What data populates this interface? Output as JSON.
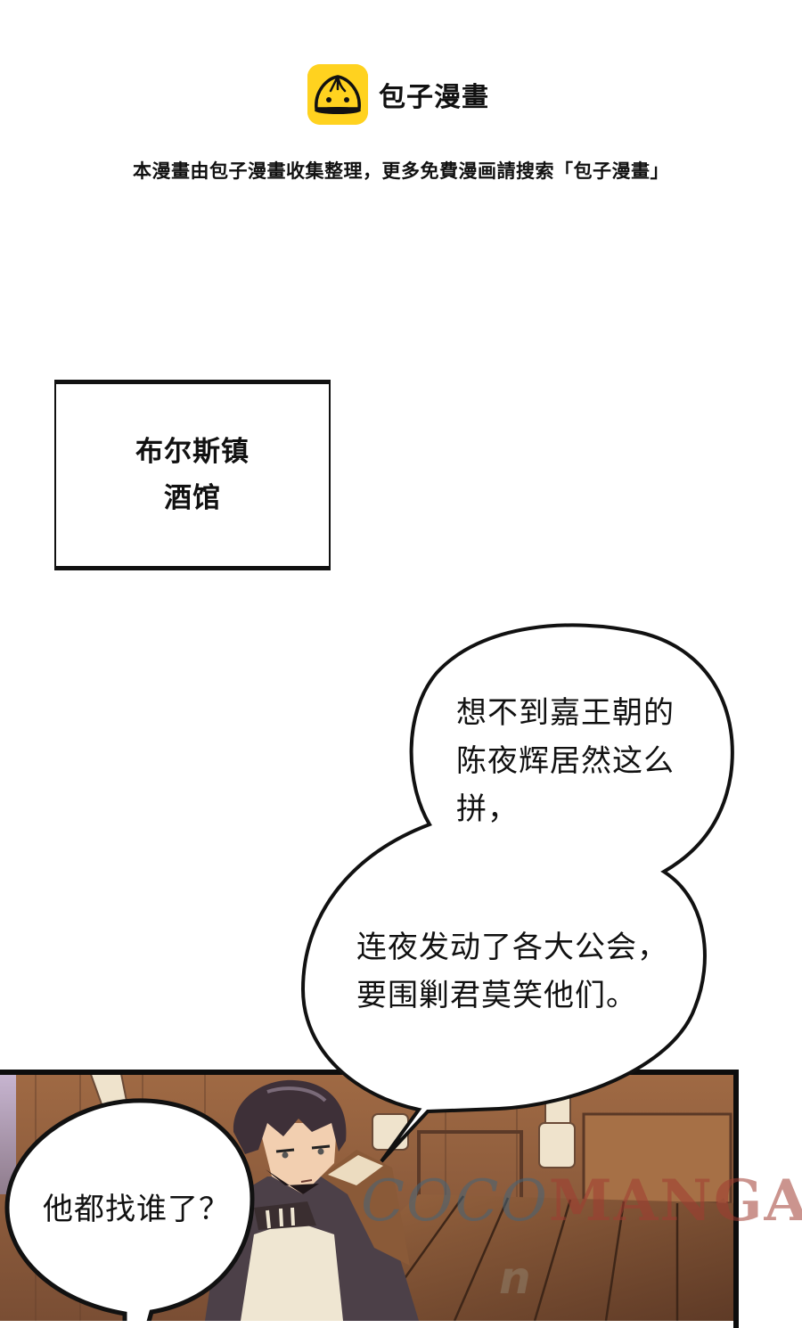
{
  "header": {
    "logo_text": "包子漫畫",
    "logo_icon": "steamed-bun-icon",
    "logo_color": "#ffd21f",
    "notice": "本漫畫由包子漫畫收集整理，更多免費漫画請搜索「包子漫畫」"
  },
  "caption": {
    "lines": [
      "布尔斯镇",
      "酒馆"
    ]
  },
  "bubbles": [
    {
      "id": "bubble-1",
      "lines": [
        "想不到嘉王朝的",
        "陈夜辉居然这么",
        "拼，"
      ]
    },
    {
      "id": "bubble-2",
      "lines": [
        "连夜发动了各大公会，",
        "要围剿君莫笑他们。"
      ]
    },
    {
      "id": "bubble-3",
      "lines": [
        "他都找谁了？"
      ]
    }
  ],
  "watermark": {
    "part1": "COCO",
    "part2": "MANGA",
    "sub": "n"
  },
  "colors": {
    "wood_light": "#a8724a",
    "wood_dark": "#6e4630",
    "hair": "#3e3038",
    "skin": "#f2cfb0",
    "cloth_light": "#efe6d2",
    "cloth_dark": "#4c4048"
  }
}
